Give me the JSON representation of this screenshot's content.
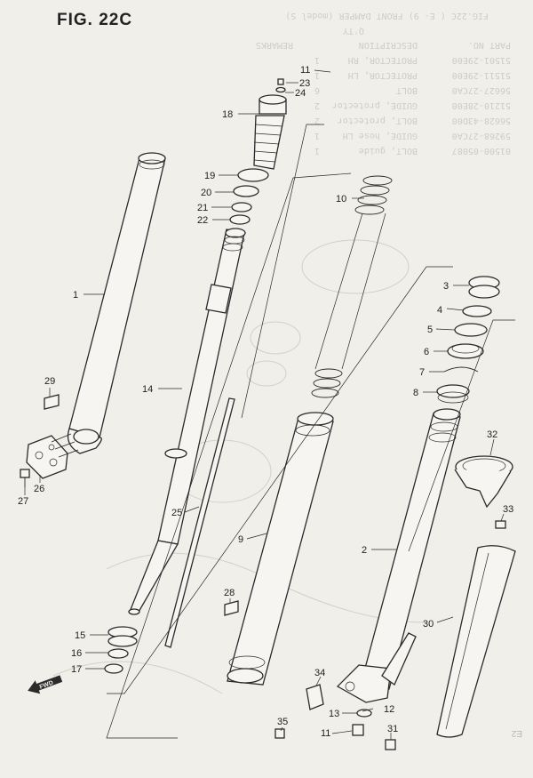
{
  "figure": {
    "title": "FIG. 22C"
  },
  "ghost_header": {
    "title": "FIG.22C ( E- 9) FRONT DAMPER (model S)",
    "qty_label": "Q'TY",
    "columns": [
      "PART NO.",
      "DESCRIPTION",
      "REMARKS"
    ]
  },
  "ghost_rows": [
    {
      "part_no": "51501-29E00",
      "desc": "PROTECTOR, RH",
      "qty": "1"
    },
    {
      "part_no": "51511-29E00",
      "desc": "PROTECTOR, LH",
      "qty": "1"
    },
    {
      "part_no": "56627-27CA0",
      "desc": "BOLT",
      "qty": "6"
    },
    {
      "part_no": "51210-28E00",
      "desc": "GUIDE, protector",
      "qty": "2"
    },
    {
      "part_no": "56628-43D00",
      "desc": "BOLT, protector",
      "qty": "2"
    },
    {
      "part_no": "59268-27CA0",
      "desc": "GUIDE, hose LH",
      "qty": "1"
    },
    {
      "part_no": "01500-05087",
      "desc": "BOLT, guide",
      "qty": "1"
    }
  ],
  "callouts": [
    {
      "id": "c1",
      "label": "1"
    },
    {
      "id": "c2",
      "label": "2"
    },
    {
      "id": "c3",
      "label": "3"
    },
    {
      "id": "c4",
      "label": "4"
    },
    {
      "id": "c5",
      "label": "5"
    },
    {
      "id": "c6",
      "label": "6"
    },
    {
      "id": "c7",
      "label": "7"
    },
    {
      "id": "c8",
      "label": "8"
    },
    {
      "id": "c9",
      "label": "9"
    },
    {
      "id": "c10",
      "label": "10"
    },
    {
      "id": "c11a",
      "label": "11"
    },
    {
      "id": "c11b",
      "label": "11"
    },
    {
      "id": "c12",
      "label": "12"
    },
    {
      "id": "c13",
      "label": "13"
    },
    {
      "id": "c14",
      "label": "14"
    },
    {
      "id": "c15",
      "label": "15"
    },
    {
      "id": "c16",
      "label": "16"
    },
    {
      "id": "c17",
      "label": "17"
    },
    {
      "id": "c18",
      "label": "18"
    },
    {
      "id": "c19",
      "label": "19"
    },
    {
      "id": "c20",
      "label": "20"
    },
    {
      "id": "c21",
      "label": "21"
    },
    {
      "id": "c22",
      "label": "22"
    },
    {
      "id": "c23",
      "label": "23"
    },
    {
      "id": "c24",
      "label": "24"
    },
    {
      "id": "c25",
      "label": "25"
    },
    {
      "id": "c26",
      "label": "26"
    },
    {
      "id": "c27",
      "label": "27"
    },
    {
      "id": "c28",
      "label": "28"
    },
    {
      "id": "c29",
      "label": "29"
    },
    {
      "id": "c30",
      "label": "30"
    },
    {
      "id": "c31",
      "label": "31"
    },
    {
      "id": "c32",
      "label": "32"
    },
    {
      "id": "c33",
      "label": "33"
    },
    {
      "id": "c34",
      "label": "34"
    },
    {
      "id": "c35",
      "label": "35"
    }
  ],
  "fwd_label": "FWD",
  "page_corner": "E2"
}
